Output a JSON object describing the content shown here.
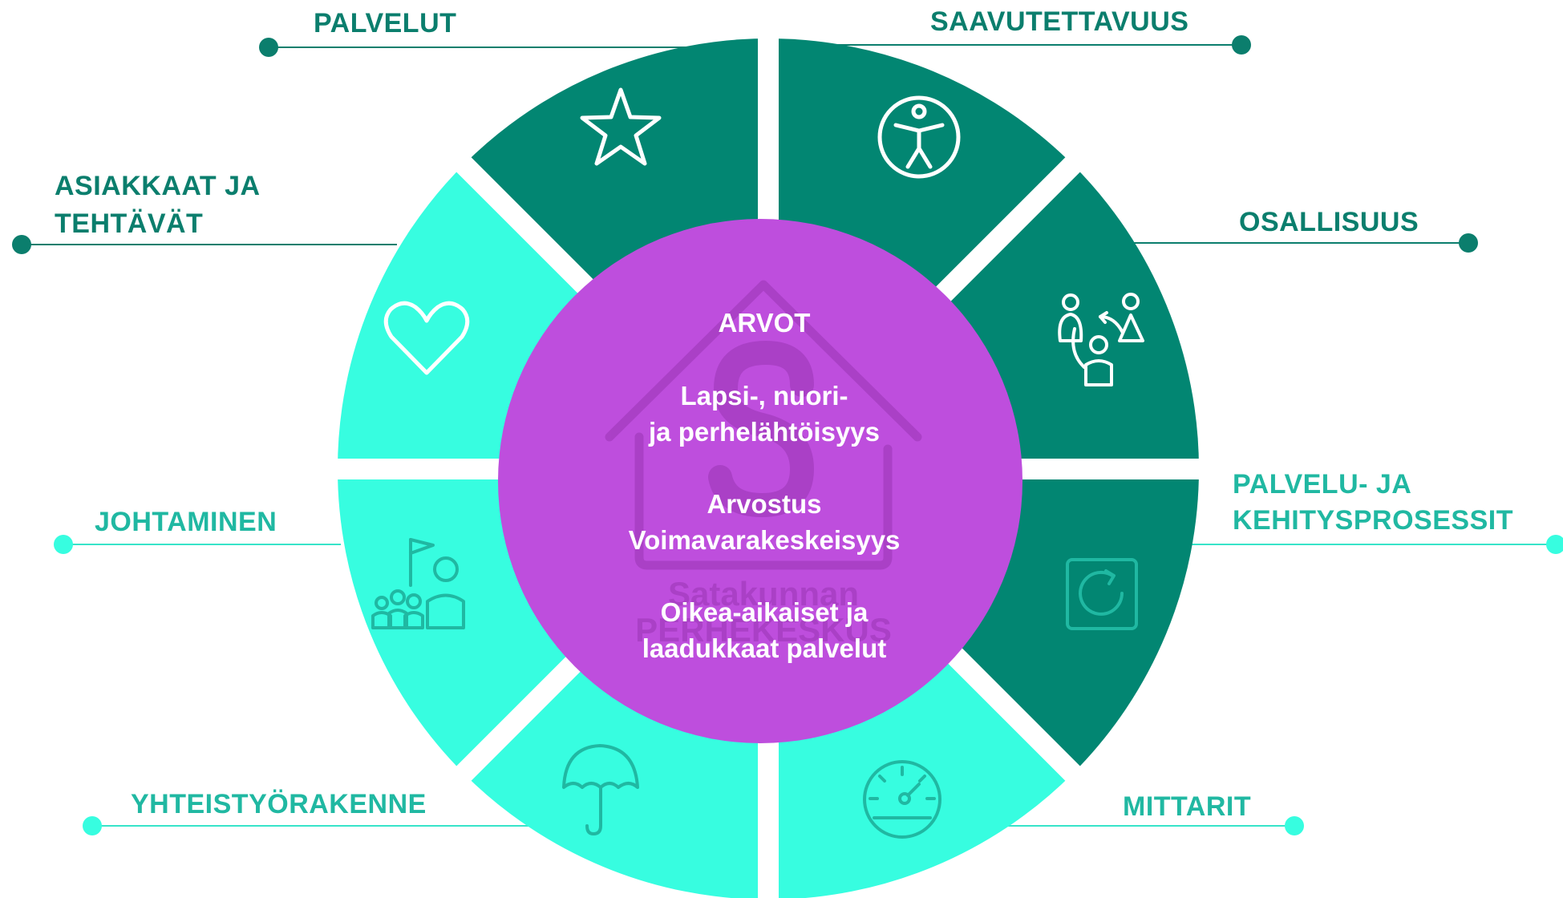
{
  "colors": {
    "dark_teal": "#028672",
    "dark_label": "#0b7e6d",
    "light_teal": "#37fde0",
    "light_label": "#20b8a2",
    "center": "#be4edd",
    "watermark": "#9a35b5"
  },
  "center": {
    "heading": "ARVOT",
    "line1": "Lapsi-, nuori-",
    "line2": "ja perhelähtöisyys",
    "line3": "Arvostus",
    "line4": "Voimavarakeskeisyys",
    "line5": "Oikea-aikaiset ja",
    "line6": "laadukkaat palvelut"
  },
  "watermark": {
    "line1": "Satakunnan",
    "line2": "PERHEKESKUS"
  },
  "segments": [
    {
      "id": "palvelut",
      "label_lines": [
        "PALVELUT"
      ],
      "icon": "star-icon",
      "tone": "dark"
    },
    {
      "id": "saavutettavuus",
      "label_lines": [
        "SAAVUTETTAVUUS"
      ],
      "icon": "accessibility-icon",
      "tone": "dark"
    },
    {
      "id": "osallisuus",
      "label_lines": [
        "OSALLISUUS"
      ],
      "icon": "people-icon",
      "tone": "dark"
    },
    {
      "id": "prosessit",
      "label_lines": [
        "PALVELU- JA",
        "KEHITYSPROSESSIT"
      ],
      "icon": "refresh-icon",
      "tone": "light"
    },
    {
      "id": "mittarit",
      "label_lines": [
        "MITTARIT"
      ],
      "icon": "gauge-icon",
      "tone": "light"
    },
    {
      "id": "yhteistyorakenne",
      "label_lines": [
        "YHTEISTYÖRAKENNE"
      ],
      "icon": "umbrella-icon",
      "tone": "light"
    },
    {
      "id": "johtaminen",
      "label_lines": [
        "JOHTAMINEN"
      ],
      "icon": "leader-flag-icon",
      "tone": "light"
    },
    {
      "id": "asiakkaat",
      "label_lines": [
        "ASIAKKAAT JA",
        "TEHTÄVÄT"
      ],
      "icon": "heart-icon",
      "tone": "dark"
    }
  ]
}
